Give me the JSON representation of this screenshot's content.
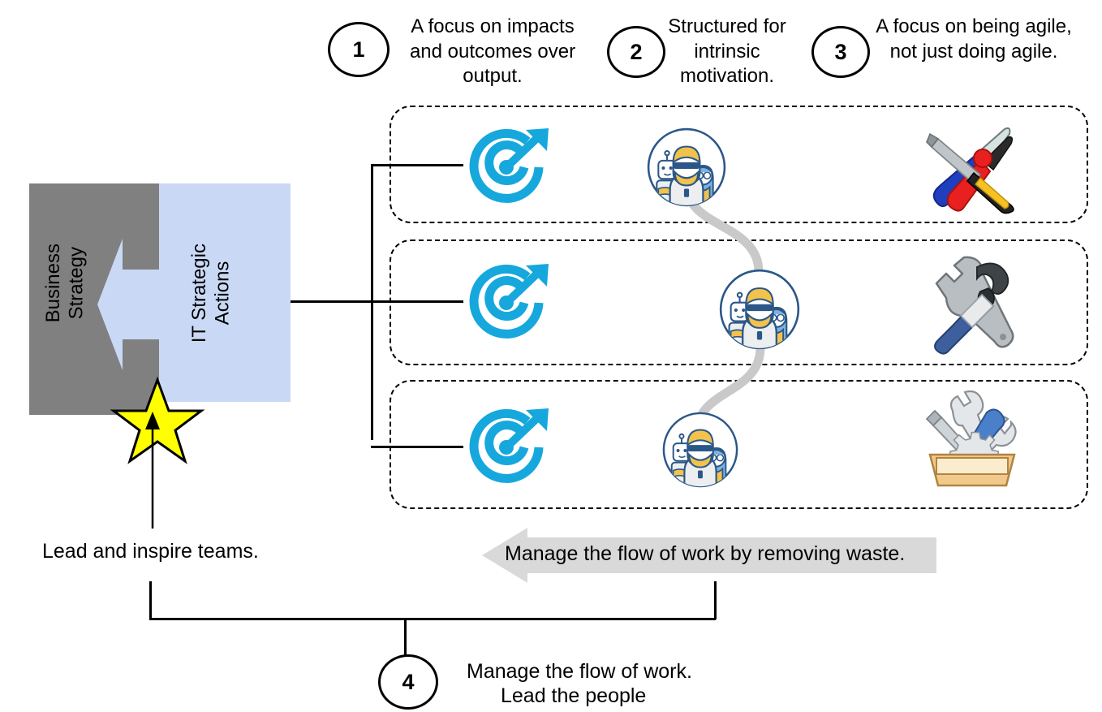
{
  "headers": [
    {
      "number": "1",
      "text": "A focus on impacts and outcomes over output."
    },
    {
      "number": "2",
      "text": "Structured for intrinsic motivation."
    },
    {
      "number": "3",
      "text": "A focus on being agile, not just doing agile."
    }
  ],
  "left_block": {
    "strategy_label": "Business\nStrategy",
    "actions_label": "IT Strategic\nActions",
    "strategy_color": "#808080",
    "actions_color": "#c9d9f5",
    "star_color": "#ffff00"
  },
  "rows": [
    {
      "target_icon": "target-arrow-icon",
      "team_icon": "team-people-icon",
      "tools_icon": "pliers-screwdriver-icon"
    },
    {
      "target_icon": "target-arrow-icon",
      "team_icon": "team-people-icon",
      "tools_icon": "wrench-hammer-icon"
    },
    {
      "target_icon": "target-arrow-icon",
      "team_icon": "team-people-icon",
      "tools_icon": "toolbox-icon"
    }
  ],
  "banner": {
    "text": "Manage the flow of work by removing waste.",
    "fill": "#d9d9d9"
  },
  "lead_text": "Lead and inspire teams.",
  "footer": {
    "number": "4",
    "line1": "Manage the flow of work.",
    "line2": "Lead the people"
  },
  "colors": {
    "target": "#16a8dc",
    "team_outline": "#2b5788",
    "team_hair": "#f2c24c",
    "team_shirt": "#e8eaec",
    "grey_ribbon": "#c9c9c9",
    "stroke": "#000000"
  }
}
